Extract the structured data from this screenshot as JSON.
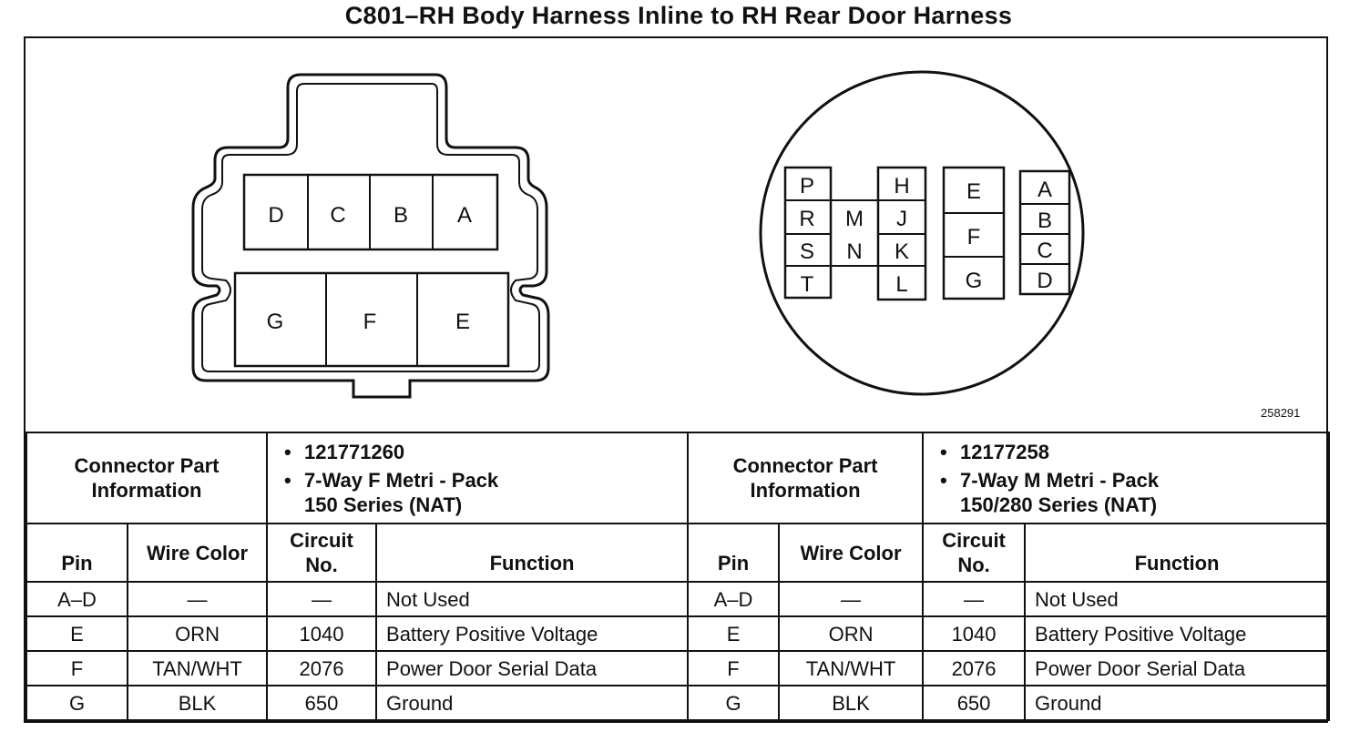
{
  "title": "C801–RH Body Harness Inline to RH Rear Door Harness",
  "figure_number": "258291",
  "female_connector": {
    "top_row": [
      "D",
      "C",
      "B",
      "A"
    ],
    "bottom_row": [
      "G",
      "F",
      "E"
    ]
  },
  "male_connector": {
    "left_block": [
      "P",
      "R",
      "S",
      "T"
    ],
    "middle_block": [
      "M",
      "N"
    ],
    "right_block": [
      "H",
      "J",
      "K",
      "L"
    ],
    "large_cavities": [
      "E",
      "F",
      "G"
    ],
    "small_column": [
      "A",
      "B",
      "C",
      "D"
    ]
  },
  "left_table": {
    "info_label": "Connector Part Information",
    "part_number": "121771260",
    "description_line1": "7-Way F Metri - Pack",
    "description_line2": "150 Series (NAT)",
    "headers": {
      "pin": "Pin",
      "wire_color": "Wire Color",
      "circuit": "Circuit No.",
      "function": "Function"
    },
    "rows": [
      {
        "pin": "A–D",
        "wire_color": "—",
        "circuit": "—",
        "function": "Not Used"
      },
      {
        "pin": "E",
        "wire_color": "ORN",
        "circuit": "1040",
        "function": "Battery Positive Voltage"
      },
      {
        "pin": "F",
        "wire_color": "TAN/WHT",
        "circuit": "2076",
        "function": "Power Door Serial Data"
      },
      {
        "pin": "G",
        "wire_color": "BLK",
        "circuit": "650",
        "function": "Ground"
      }
    ]
  },
  "right_table": {
    "info_label": "Connector Part Information",
    "part_number": "12177258",
    "description_line1": "7-Way M Metri - Pack",
    "description_line2": "150/280 Series (NAT)",
    "headers": {
      "pin": "Pin",
      "wire_color": "Wire Color",
      "circuit": "Circuit No.",
      "function": "Function"
    },
    "rows": [
      {
        "pin": "A–D",
        "wire_color": "—",
        "circuit": "—",
        "function": "Not Used"
      },
      {
        "pin": "E",
        "wire_color": "ORN",
        "circuit": "1040",
        "function": "Battery Positive Voltage"
      },
      {
        "pin": "F",
        "wire_color": "TAN/WHT",
        "circuit": "2076",
        "function": "Power Door Serial Data"
      },
      {
        "pin": "G",
        "wire_color": "BLK",
        "circuit": "650",
        "function": "Ground"
      }
    ]
  }
}
